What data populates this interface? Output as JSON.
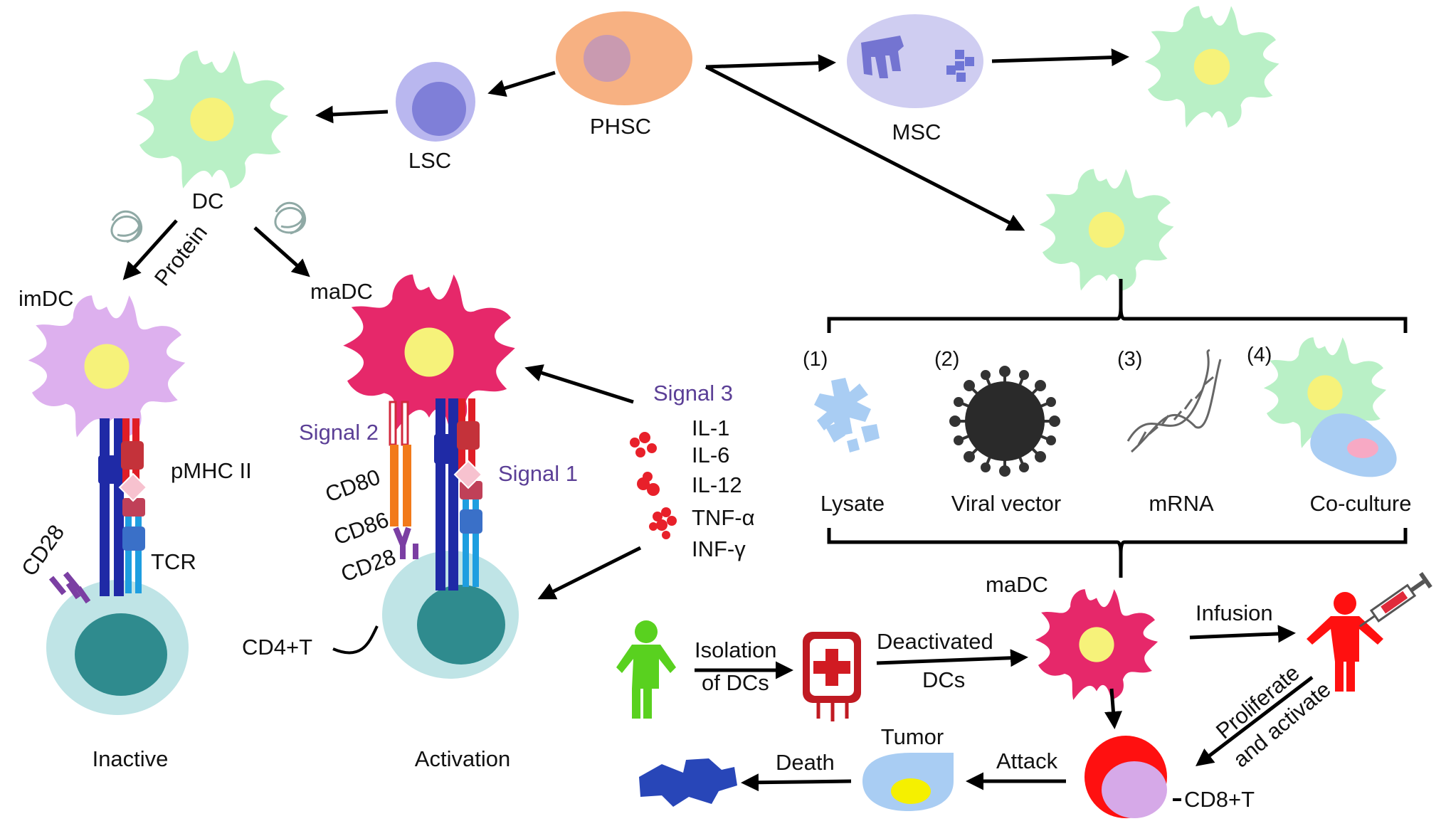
{
  "cells": {
    "phsc": "PHSC",
    "lsc": "LSC",
    "msc": "MSC",
    "dc": "DC",
    "imdc": "imDC",
    "madc_left": "maDC",
    "madc_bottom": "maDC",
    "cd4t": "CD4+T",
    "cd8t": "CD8+T",
    "tumor": "Tumor"
  },
  "molecules": {
    "pmhc": "pMHC II",
    "tcr": "TCR",
    "cd28_left": "CD28",
    "cd80": "CD80",
    "cd86": "CD86",
    "cd28_right": "CD28",
    "protein": "Protein"
  },
  "signals": {
    "signal1": "Signal 1",
    "signal2": "Signal 2",
    "signal3": "Signal 3"
  },
  "cytokines": [
    "IL-1",
    "IL-6",
    "IL-12",
    "TNF-α",
    "INF-γ"
  ],
  "states": {
    "inactive": "Inactive",
    "activation": "Activation"
  },
  "loading_methods": [
    {
      "number": "(1)",
      "label": "Lysate"
    },
    {
      "number": "(2)",
      "label": "Viral vector"
    },
    {
      "number": "(3)",
      "label": "mRNA"
    },
    {
      "number": "(4)",
      "label": "Co-culture"
    }
  ],
  "process": {
    "isolation_line1": "Isolation",
    "isolation_line2": "of DCs",
    "deactivated_line1": "Deactivated",
    "deactivated_line2": "DCs",
    "infusion": "Infusion",
    "proliferate_line1": "Proliferate",
    "proliferate_line2": "and activate",
    "attack": "Attack",
    "death": "Death"
  },
  "colors": {
    "dc_green": "#b9f0c6",
    "nucleus_yellow": "#f6f27a",
    "mature_dc_red": "#e6286a",
    "immature_dc_purple": "#ddb0ee",
    "phsc_orange": "#f7b182",
    "lsc_blue": "#8c8cdb",
    "msc_lavender": "#cfcdf1",
    "t_cell_teal": "#bfe4e6",
    "t_cell_nucleus": "#2f8b8e",
    "patient_green": "#59d11f",
    "patient_red": "#ff1010",
    "signal_purple": "#5b3f96",
    "cytokine_red": "#e8202a",
    "tumor_blue": "#a9cdf3",
    "dead_cell_blue": "#2846b8"
  }
}
